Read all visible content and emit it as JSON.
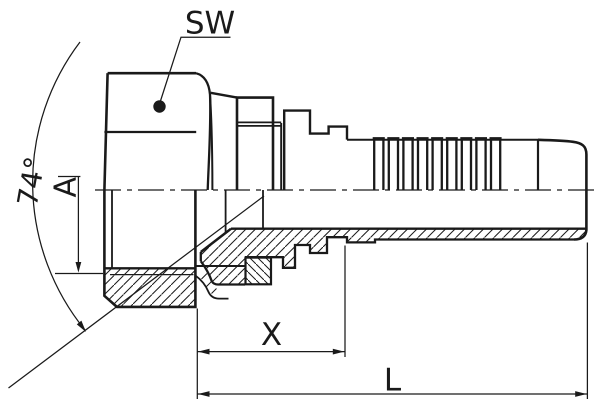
{
  "drawing": {
    "background": "#ffffff",
    "line_color": "#1a1a1a",
    "labels": {
      "wrench_size": "SW",
      "cone_angle": "74°",
      "dim_a": "A",
      "dim_x": "X",
      "dim_l": "L"
    }
  }
}
